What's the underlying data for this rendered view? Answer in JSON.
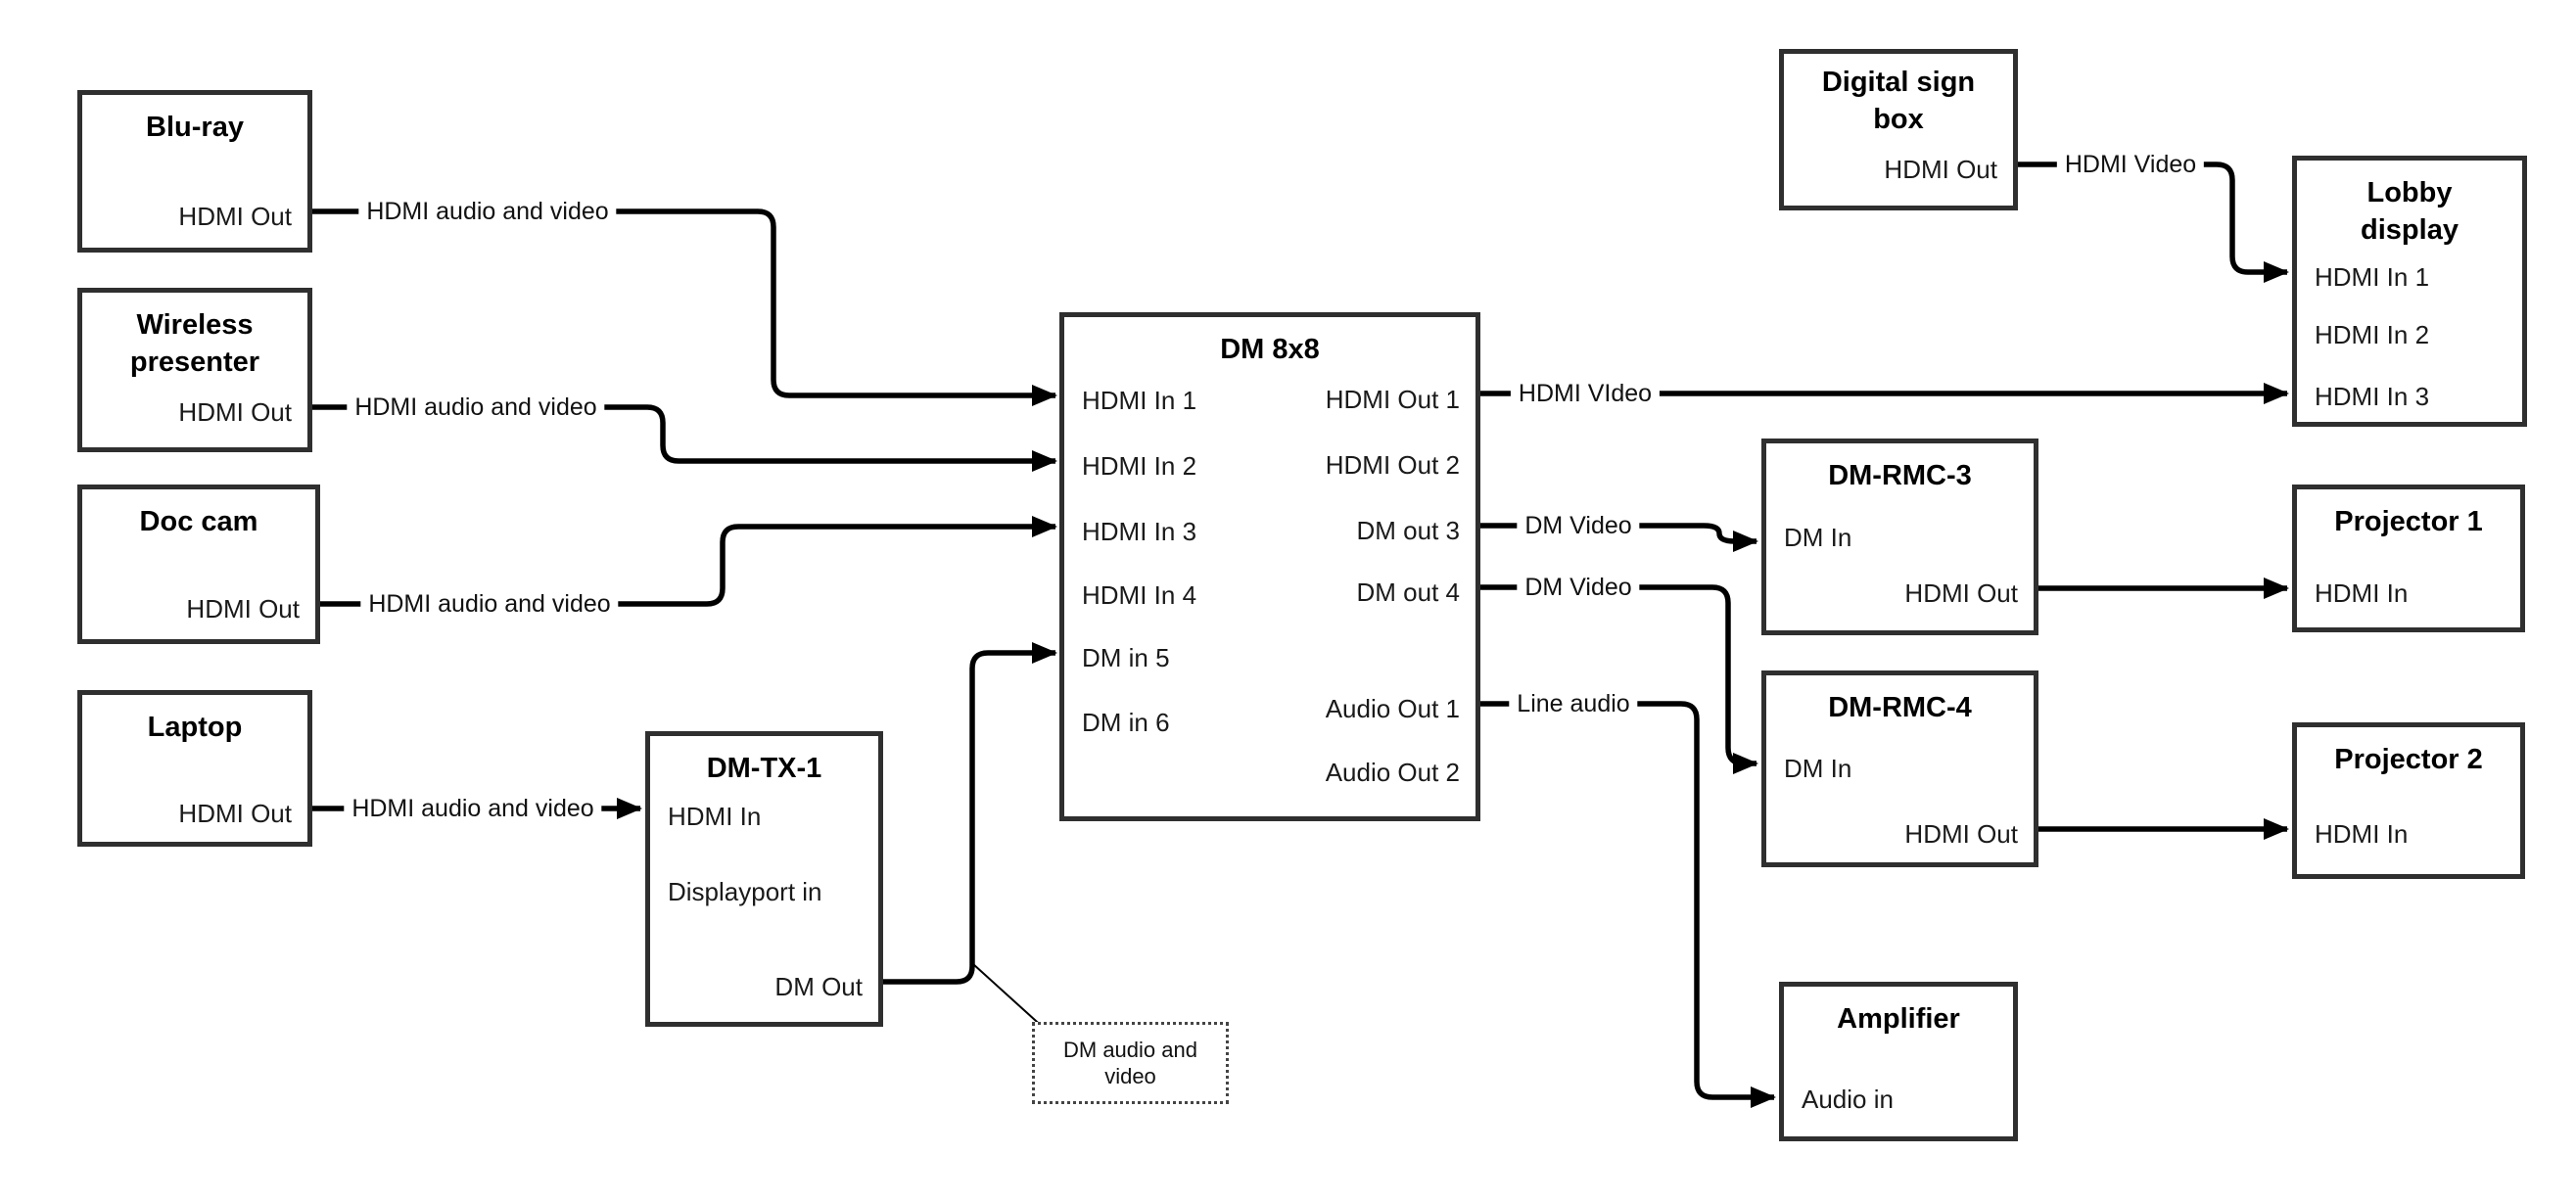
{
  "diagram": {
    "boxes": {
      "bluray": {
        "title": "Blu-ray",
        "hdmi_out": "HDMI Out"
      },
      "wireless": {
        "title": "Wireless presenter",
        "hdmi_out": "HDMI Out"
      },
      "doccam": {
        "title": "Doc cam",
        "hdmi_out": "HDMI Out"
      },
      "laptop": {
        "title": "Laptop",
        "hdmi_out": "HDMI Out"
      },
      "dmtx1": {
        "title": "DM-TX-1",
        "hdmi_in": "HDMI In",
        "displayport_in": "Displayport in",
        "dm_out": "DM Out"
      },
      "dm8x8": {
        "title": "DM 8x8",
        "hdmi_in_1": "HDMI In 1",
        "hdmi_in_2": "HDMI In 2",
        "hdmi_in_3": "HDMI In 3",
        "hdmi_in_4": "HDMI In 4",
        "dm_in_5": "DM in 5",
        "dm_in_6": "DM in 6",
        "hdmi_out_1": "HDMI Out 1",
        "hdmi_out_2": "HDMI Out 2",
        "dm_out_3": "DM out 3",
        "dm_out_4": "DM out 4",
        "audio_out_1": "Audio Out 1",
        "audio_out_2": "Audio Out 2"
      },
      "digital_sign": {
        "title": "Digital sign box",
        "hdmi_out": "HDMI Out"
      },
      "lobby": {
        "title": "Lobby display",
        "hdmi_in_1": "HDMI In 1",
        "hdmi_in_2": "HDMI In 2",
        "hdmi_in_3": "HDMI In 3"
      },
      "dmrmc3": {
        "title": "DM-RMC-3",
        "dm_in": "DM In",
        "hdmi_out": "HDMI Out"
      },
      "proj1": {
        "title": "Projector 1",
        "hdmi_in": "HDMI In"
      },
      "dmrmc4": {
        "title": "DM-RMC-4",
        "dm_in": "DM In",
        "hdmi_out": "HDMI Out"
      },
      "proj2": {
        "title": "Projector 2",
        "hdmi_in": "HDMI In"
      },
      "amp": {
        "title": "Amplifier",
        "audio_in": "Audio in"
      }
    },
    "wire_labels": {
      "bluray_wire": "HDMI audio and video",
      "wireless_wire": "HDMI audio and video",
      "doccam_wire": "HDMI audio and video",
      "laptop_wire": "HDMI audio and video",
      "hdmi_out1_wire": "HDMI VIdeo",
      "signbox_wire": "HDMI Video",
      "dm_out3_wire": "DM Video",
      "dm_out4_wire": "DM Video",
      "audio_out1_wire": "Line audio",
      "callout": "DM audio and video"
    },
    "colors": {
      "wire": "#000000",
      "box_border": "#2f2f2f",
      "background": "#ffffff"
    }
  }
}
